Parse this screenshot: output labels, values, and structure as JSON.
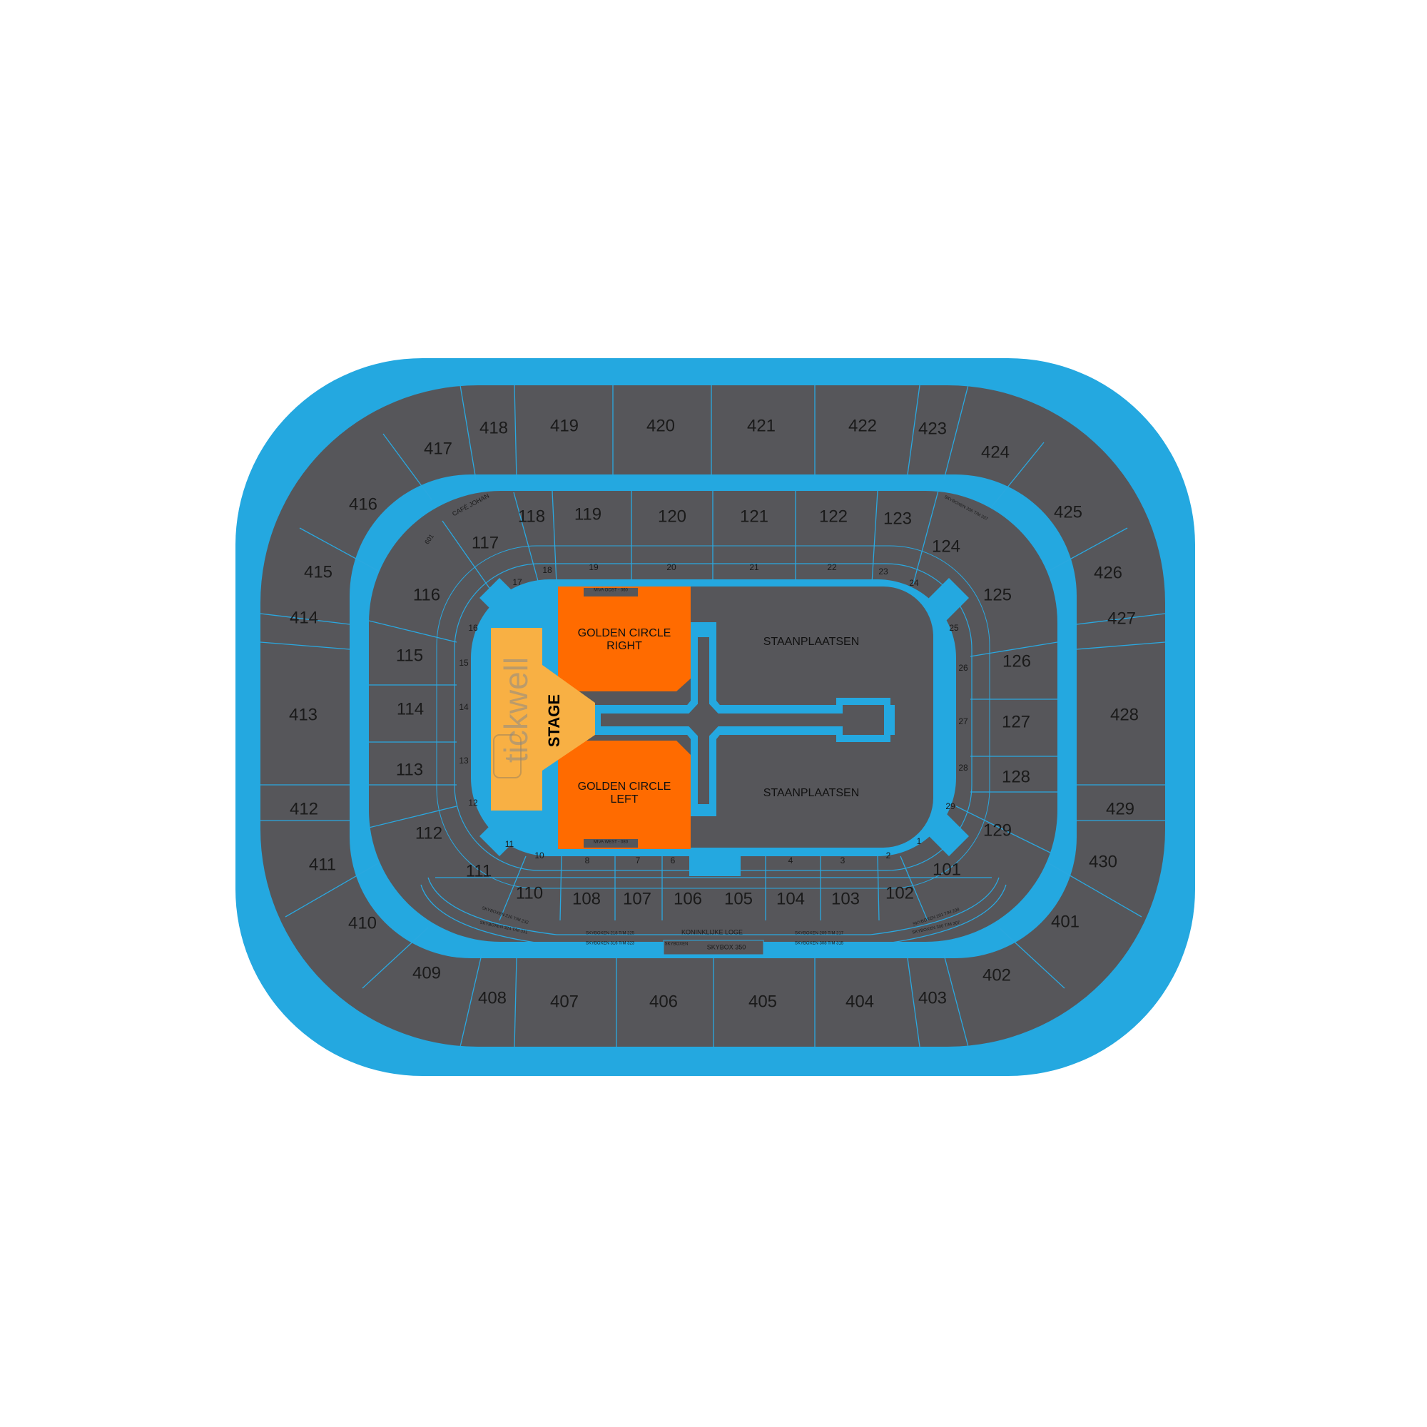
{
  "colors": {
    "concourse": "#24a8e0",
    "seating": "#56565a",
    "divider": "#2aa8e0",
    "golden_circle": "#ff6b00",
    "stage": "#f8b044",
    "background": "#ffffff"
  },
  "floor": {
    "stage_label": "STAGE",
    "golden_circle_right": [
      "GOLDEN CIRCLE",
      "RIGHT"
    ],
    "golden_circle_left": [
      "GOLDEN CIRCLE",
      "LEFT"
    ],
    "standing_top": "STAANPLAATSEN",
    "standing_bottom": "STAANPLAATSEN",
    "miva_oost": "MIVA OOST - 060",
    "miva_west": "MIVA WEST - 080",
    "watermark": "tickwell"
  },
  "upper_ring": [
    "401",
    "402",
    "403",
    "404",
    "405",
    "406",
    "407",
    "408",
    "409",
    "410",
    "411",
    "412",
    "413",
    "414",
    "415",
    "416",
    "417",
    "418",
    "419",
    "420",
    "421",
    "422",
    "423",
    "424",
    "425",
    "426",
    "427",
    "428",
    "429",
    "430"
  ],
  "lower_ring": [
    "101",
    "102",
    "103",
    "104",
    "105",
    "106",
    "107",
    "108",
    "110",
    "111",
    "112",
    "113",
    "114",
    "115",
    "116",
    "117",
    "118",
    "119",
    "120",
    "121",
    "122",
    "123",
    "124",
    "125",
    "126",
    "127",
    "128",
    "129"
  ],
  "row_numbers": [
    "1",
    "2",
    "3",
    "4",
    "6",
    "7",
    "8",
    "10",
    "11",
    "12",
    "13",
    "14",
    "15",
    "16",
    "17",
    "18",
    "19",
    "20",
    "21",
    "22",
    "23",
    "24",
    "25",
    "26",
    "27",
    "28",
    "29"
  ],
  "special": {
    "cafe_johan": "CAFÉ JOHAN",
    "box_601": "601",
    "koninklijke_loge": "KONINKLIJKE LOGE",
    "skybox_350": "SKYBOX 350",
    "skyboxes": [
      "SKYBOXEN 226 T/M 232",
      "SKYBOXEN 324 T/M 331",
      "SKYBOXEN 218 T/M 225",
      "SKYBOXEN 316 T/M 323",
      "SKYBOXEN",
      "SKYBOXEN 209 T/M 217",
      "SKYBOXEN 308 T/M 315",
      "SKYBOXEN 201 T/M 208",
      "SKYBOXEN 300 T/M 307",
      "SKYBOXEN 236 T/M 237"
    ]
  }
}
